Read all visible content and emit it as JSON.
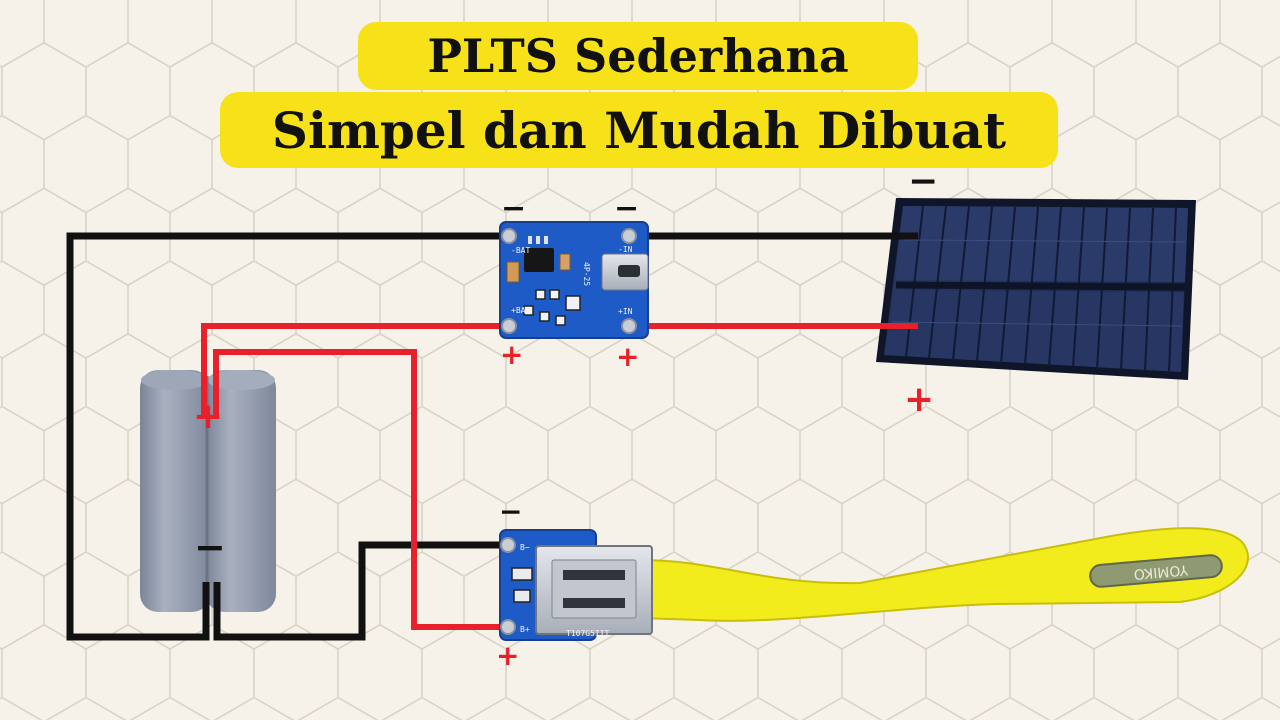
{
  "title": {
    "line1": "PLTS Sederhana",
    "line2": "Simpel dan Mudah Dibuat"
  },
  "polarity": {
    "minus": "−",
    "plus": "+"
  },
  "charger_module": {
    "pins": {
      "bat_minus": "-BAT",
      "bat_plus": "+BAT",
      "in_minus": "-IN",
      "in_plus": "+IN"
    },
    "chip_marking": "4P-25"
  },
  "boost_module": {
    "pins": {
      "b_minus": "B−",
      "b_plus": "B+"
    },
    "chip_marking": "T107G5IIT"
  },
  "usb_lamp": {
    "brand": "YOMIKO"
  },
  "colors": {
    "title_bg": "#f7e21a",
    "wire_positive": "#e8202a",
    "wire_negative": "#111111",
    "pcb": "#1e5bc6",
    "solar_panel": "#1d2a4f",
    "battery": "#8e98ab",
    "lamp": "#f3ec1c",
    "background": "#f6f2e9"
  }
}
